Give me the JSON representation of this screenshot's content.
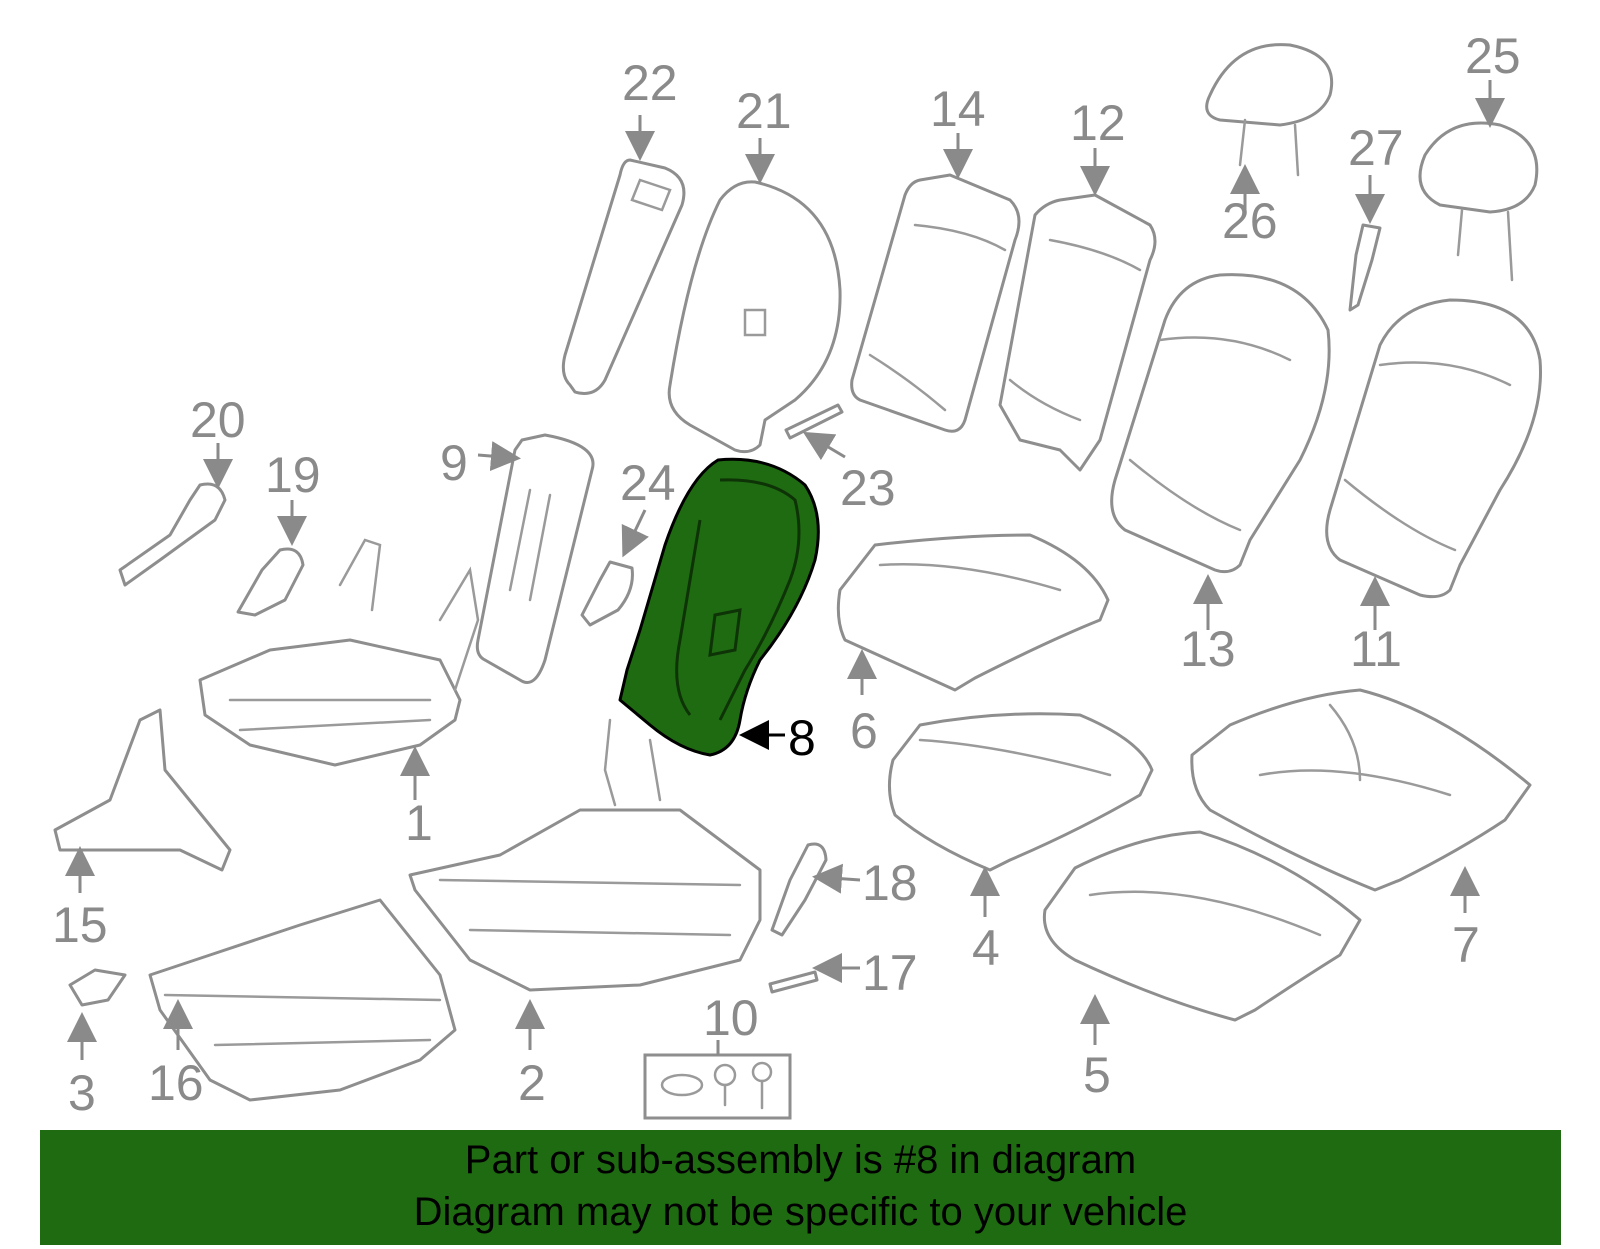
{
  "diagram": {
    "callouts": [
      "22",
      "21",
      "14",
      "12",
      "26",
      "25",
      "27",
      "20",
      "19",
      "9",
      "24",
      "23",
      "8",
      "6",
      "13",
      "11",
      "1",
      "15",
      "4",
      "7",
      "18",
      "17",
      "10",
      "3",
      "16",
      "2",
      "5"
    ],
    "highlighted_part": "8",
    "highlight_color": "#1f6b12",
    "line_color": "#8e8e8e"
  },
  "banner": {
    "line1": "Part or sub-assembly is #8 in diagram",
    "line2": "Diagram may not be specific to your vehicle",
    "background": "#1f6b12"
  }
}
